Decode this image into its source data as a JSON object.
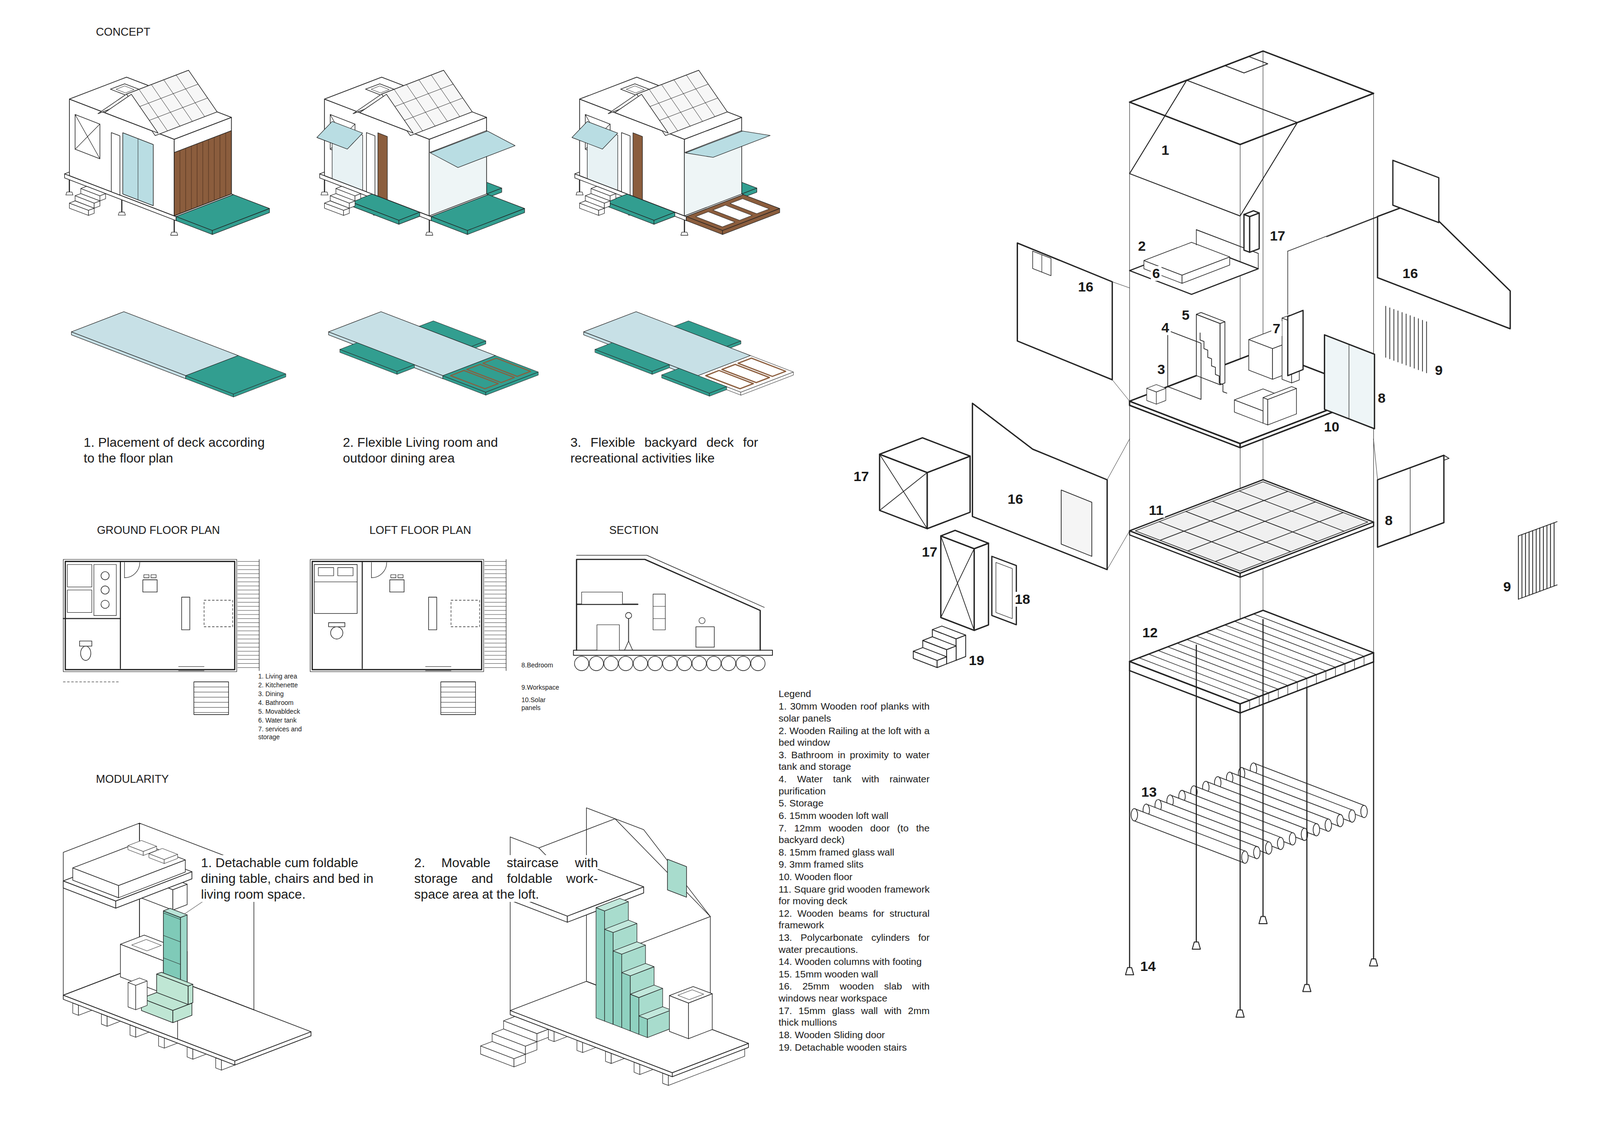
{
  "diagram": {
    "labels": [
      "CONCEPT",
      "1. Placement of deck according to the floor plan",
      "2. Flexible Living room and outdoor dining area",
      "3. Flexible backyard deck for recreational activities like",
      "GROUND FLOOR PLAN",
      "LOFT FLOOR PLAN",
      "SECTION",
      "1. Living area",
      "2. Kitchenette",
      "3. Dining",
      "4. Bathroom",
      "5. Movabldeck",
      "6. Water tank",
      "7. services and storage",
      "8.Bedroom",
      "9.Workspace",
      "10.Solar panels",
      "MODULARITY",
      "1. Detachable cum foldable dining table, chairs and bed in living room space.",
      "2. Movable staircase with storage and foldable work-space area at the loft.",
      "Legend",
      "1. 30mm Wooden roof planks with solar panels",
      "2. Wooden Railing at the loft with a bed window",
      "3. Bathroom in proximity to water tank and storage",
      "4. Water tank with rainwater purification",
      "5. Storage",
      "6. 15mm wooden loft wall",
      "7. 12mm wooden door (to the backyard deck)",
      "8. 15mm framed glass wall",
      "9. 3mm framed slits",
      "10. Wooden floor",
      "11. Square grid wooden framework for moving deck",
      "12. Wooden beams for structural framework",
      "13. Polycarbonate cylinders for water precautions.",
      "14. Wooden columns with footing",
      "15. 15mm wooden wall",
      "16. 25mm wooden slab with windows near workspace",
      "17. 15mm glass wall with 2mm thick mullions",
      "18. Wooden Sliding door",
      "19. Detachable wooden stairs",
      "1",
      "2",
      "6",
      "17",
      "16",
      "16",
      "5",
      "4",
      "7",
      "3",
      "9",
      "8",
      "10",
      "17",
      "16",
      "11",
      "8",
      "17",
      "18",
      "9",
      "12",
      "19",
      "13",
      "14"
    ]
  }
}
